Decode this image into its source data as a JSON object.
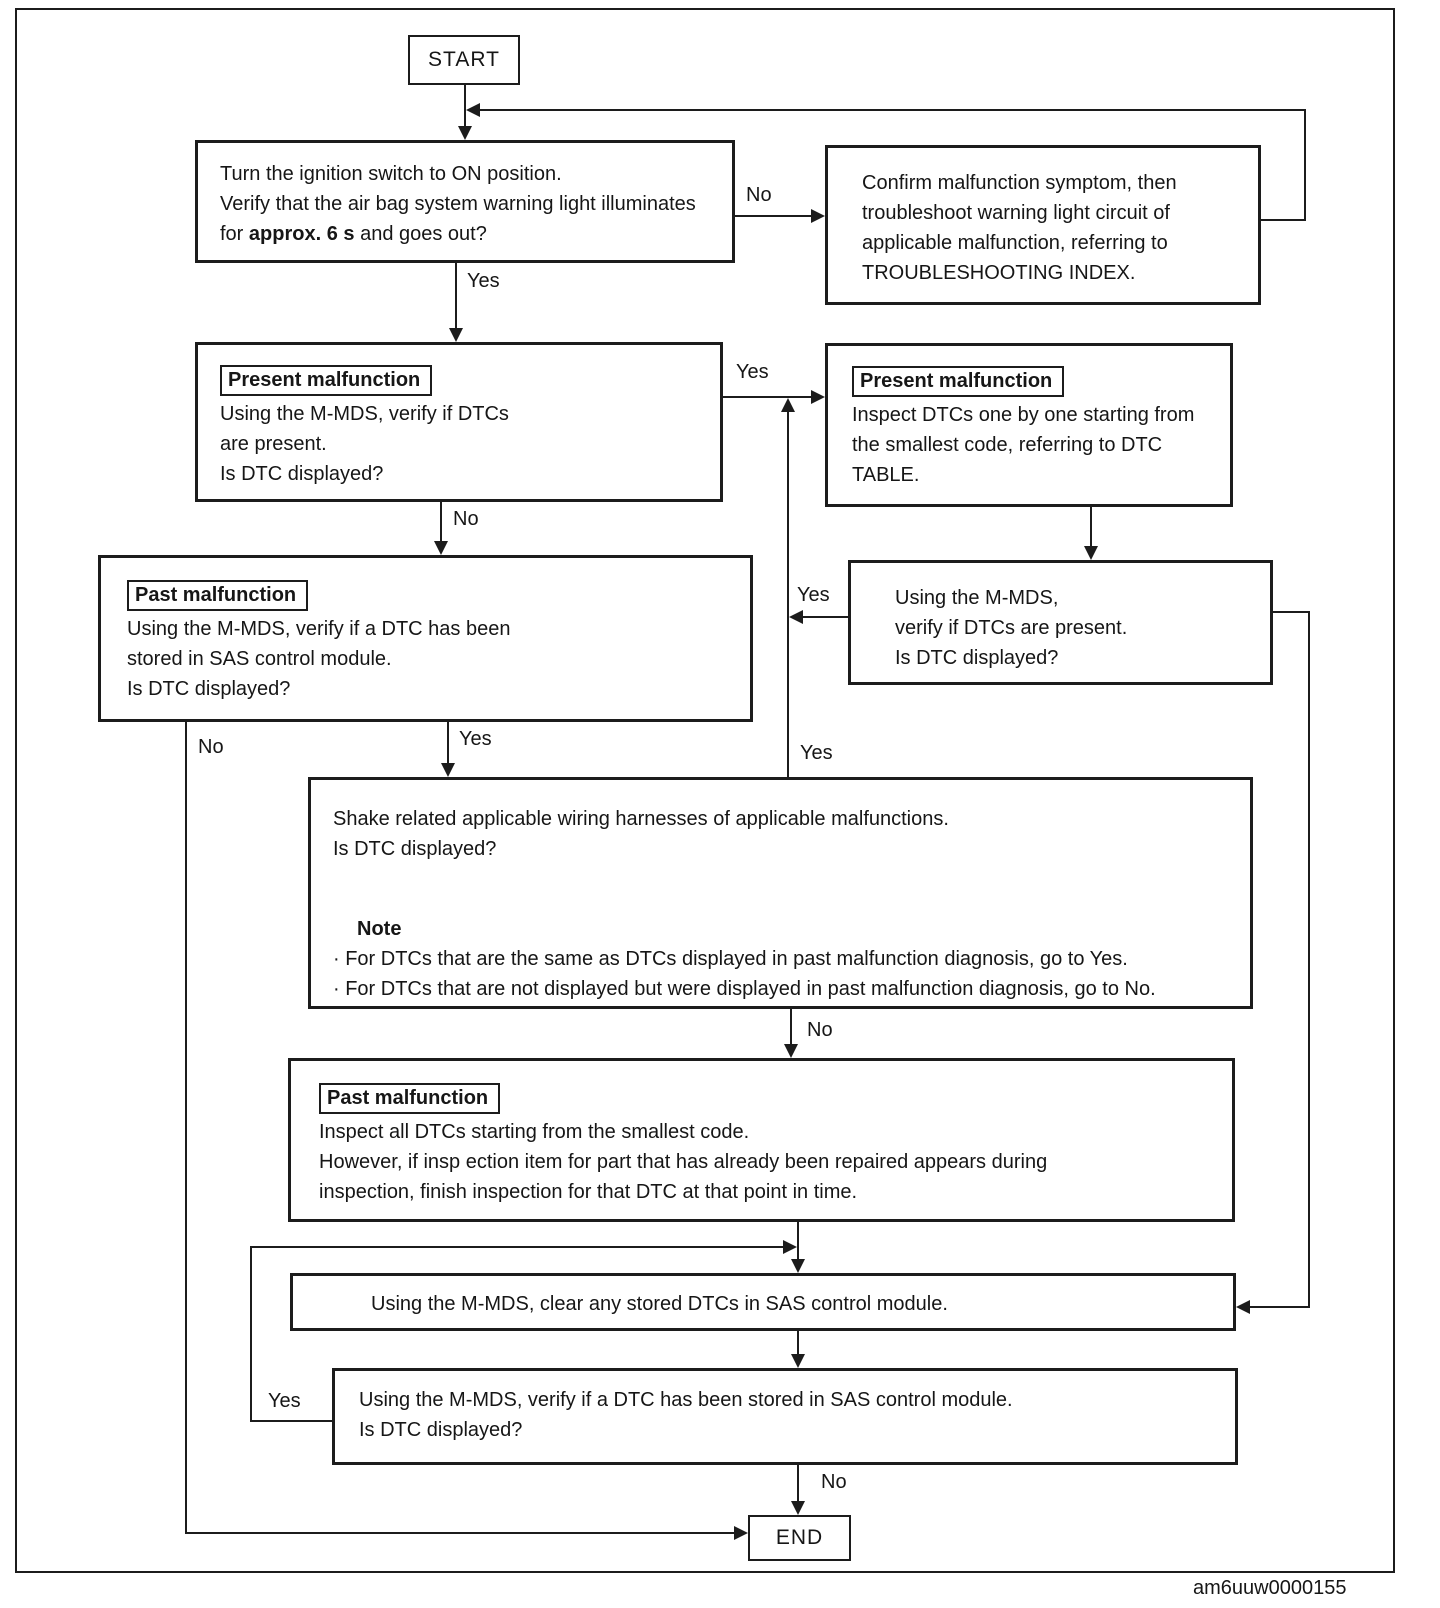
{
  "page": {
    "watermark": "am6uuw0000155",
    "background_color": "#ffffff",
    "line_color": "#1c1c1c"
  },
  "nodes": {
    "start": {
      "text": "START"
    },
    "ignition": {
      "lines": [
        "Turn the ignition switch to ON position.",
        "Verify that the air bag system warning light illuminates"
      ],
      "line3": {
        "prefix": "for ",
        "bold": "approx. 6 s",
        "suffix": " and goes out?"
      }
    },
    "confirm": {
      "lines": [
        "Confirm malfunction symptom, then",
        "troubleshoot warning light circuit of",
        "applicable malfunction, referring to",
        "TROUBLESHOOTING INDEX."
      ]
    },
    "present_check": {
      "tag": "Present malfunction",
      "lines": [
        "Using the M-MDS, verify if DTCs",
        "are present.",
        "Is DTC displayed?"
      ]
    },
    "present_inspect": {
      "tag": "Present malfunction",
      "lines": [
        "Inspect DTCs one by one starting from",
        "the smallest code, referring to DTC",
        "TABLE."
      ]
    },
    "past_check": {
      "tag": "Past malfunction",
      "lines": [
        "Using the M-MDS, verify if a DTC has been",
        "stored in SAS control module.",
        "Is DTC displayed?"
      ]
    },
    "verify_present": {
      "lines": [
        "Using the M-MDS,",
        "verify if DTCs are present.",
        "Is DTC displayed?"
      ]
    },
    "shake": {
      "lines": [
        "Shake related applicable wiring harnesses of applicable malfunctions.",
        "Is DTC displayed?"
      ],
      "note_title": "Note",
      "note_items": [
        "· For DTCs that are the same as DTCs displayed in past malfunction diagnosis, go to Yes.",
        "· For DTCs that are not displayed but were displayed in past malfunction diagnosis, go to No."
      ]
    },
    "past_inspect": {
      "tag": "Past malfunction",
      "lines": [
        "Inspect all DTCs starting from the smallest code.",
        "However, if insp ection item for part that has already been repaired appears during",
        "inspection, finish inspection for that DTC at that point in time."
      ]
    },
    "clear_dtc": {
      "text": "Using the M-MDS, clear any stored DTCs in SAS control module."
    },
    "verify_stored": {
      "lines": [
        "Using the M-MDS, verify if a DTC has been stored in SAS control module.",
        "Is DTC displayed?"
      ]
    },
    "end": {
      "text": "END"
    }
  },
  "edges": [
    {
      "from": "start",
      "to": "ignition",
      "label": ""
    },
    {
      "from": "ignition",
      "to": "confirm",
      "label": "No"
    },
    {
      "from": "ignition",
      "to": "present_check",
      "label": "Yes"
    },
    {
      "from": "confirm",
      "to": "ignition",
      "label": ""
    },
    {
      "from": "present_check",
      "to": "present_inspect",
      "label": "Yes"
    },
    {
      "from": "present_check",
      "to": "past_check",
      "label": "No"
    },
    {
      "from": "present_inspect",
      "to": "verify_present",
      "label": ""
    },
    {
      "from": "past_check",
      "to": "shake",
      "label": "Yes"
    },
    {
      "from": "past_check",
      "to": "end",
      "label": "No"
    },
    {
      "from": "verify_present",
      "to": "present_inspect",
      "label": "Yes"
    },
    {
      "from": "verify_present",
      "to": "clear_dtc",
      "label": ""
    },
    {
      "from": "shake",
      "to": "present_inspect",
      "label": "Yes"
    },
    {
      "from": "shake",
      "to": "past_inspect",
      "label": "No"
    },
    {
      "from": "past_inspect",
      "to": "clear_dtc",
      "label": ""
    },
    {
      "from": "clear_dtc",
      "to": "verify_stored",
      "label": ""
    },
    {
      "from": "verify_stored",
      "to": "clear_dtc",
      "label": "Yes"
    },
    {
      "from": "verify_stored",
      "to": "end",
      "label": "No"
    }
  ]
}
